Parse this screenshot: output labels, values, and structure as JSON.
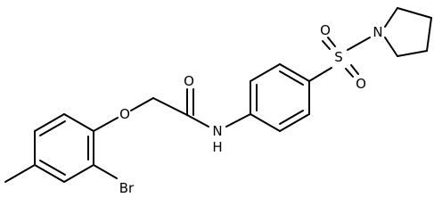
{
  "atoms": {
    "oxygen_ether": "O",
    "oxygen_carbonyl": "O",
    "nitrogen_amide": "N",
    "hydrogen_amide": "H",
    "sulfur": "S",
    "oxygen_sulfonyl_top": "O",
    "oxygen_sulfonyl_bottom": "O",
    "nitrogen_pyrrolidine": "N",
    "bromine": "Br"
  },
  "colors": {
    "bond": "#000000",
    "text": "#000000",
    "background": "#ffffff"
  }
}
